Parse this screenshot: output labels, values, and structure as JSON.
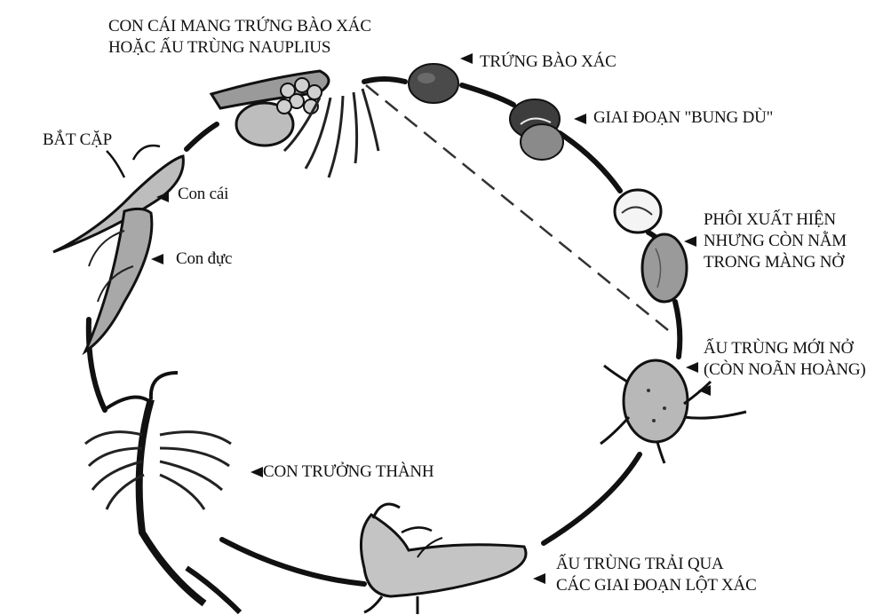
{
  "diagram": {
    "stages": [
      {
        "id": "female-carrying",
        "lines": [
          "CON CÁI MANG TRỨNG BÀO XÁC",
          "HOẶC ẤU TRÙNG NAUPLIUS"
        ]
      },
      {
        "id": "cyst-egg",
        "lines": [
          "TRỨNG BÀO XÁC"
        ]
      },
      {
        "id": "umbrella-stage",
        "lines": [
          "GIAI ĐOẠN \"BUNG DÙ\""
        ]
      },
      {
        "id": "embryo-in-membrane",
        "lines": [
          "PHÔI XUẤT HIỆN",
          "NHƯNG CÒN NẰM",
          "TRONG MÀNG NỞ"
        ]
      },
      {
        "id": "newly-hatched",
        "lines": [
          "ẤU TRÙNG MỚI NỞ",
          "(CÒN NOÃN HOÀNG)"
        ]
      },
      {
        "id": "molting-larva",
        "lines": [
          "ẤU TRÙNG TRẢI QUA",
          "CÁC GIAI ĐOẠN LỘT XÁC"
        ]
      },
      {
        "id": "adult",
        "lines": [
          "CON TRƯỞNG THÀNH"
        ]
      },
      {
        "id": "mating",
        "lines": [
          "BẮT CẶP"
        ]
      },
      {
        "id": "female",
        "lines": [
          "Con cái"
        ]
      },
      {
        "id": "male",
        "lines": [
          "Con đực"
        ]
      }
    ]
  }
}
